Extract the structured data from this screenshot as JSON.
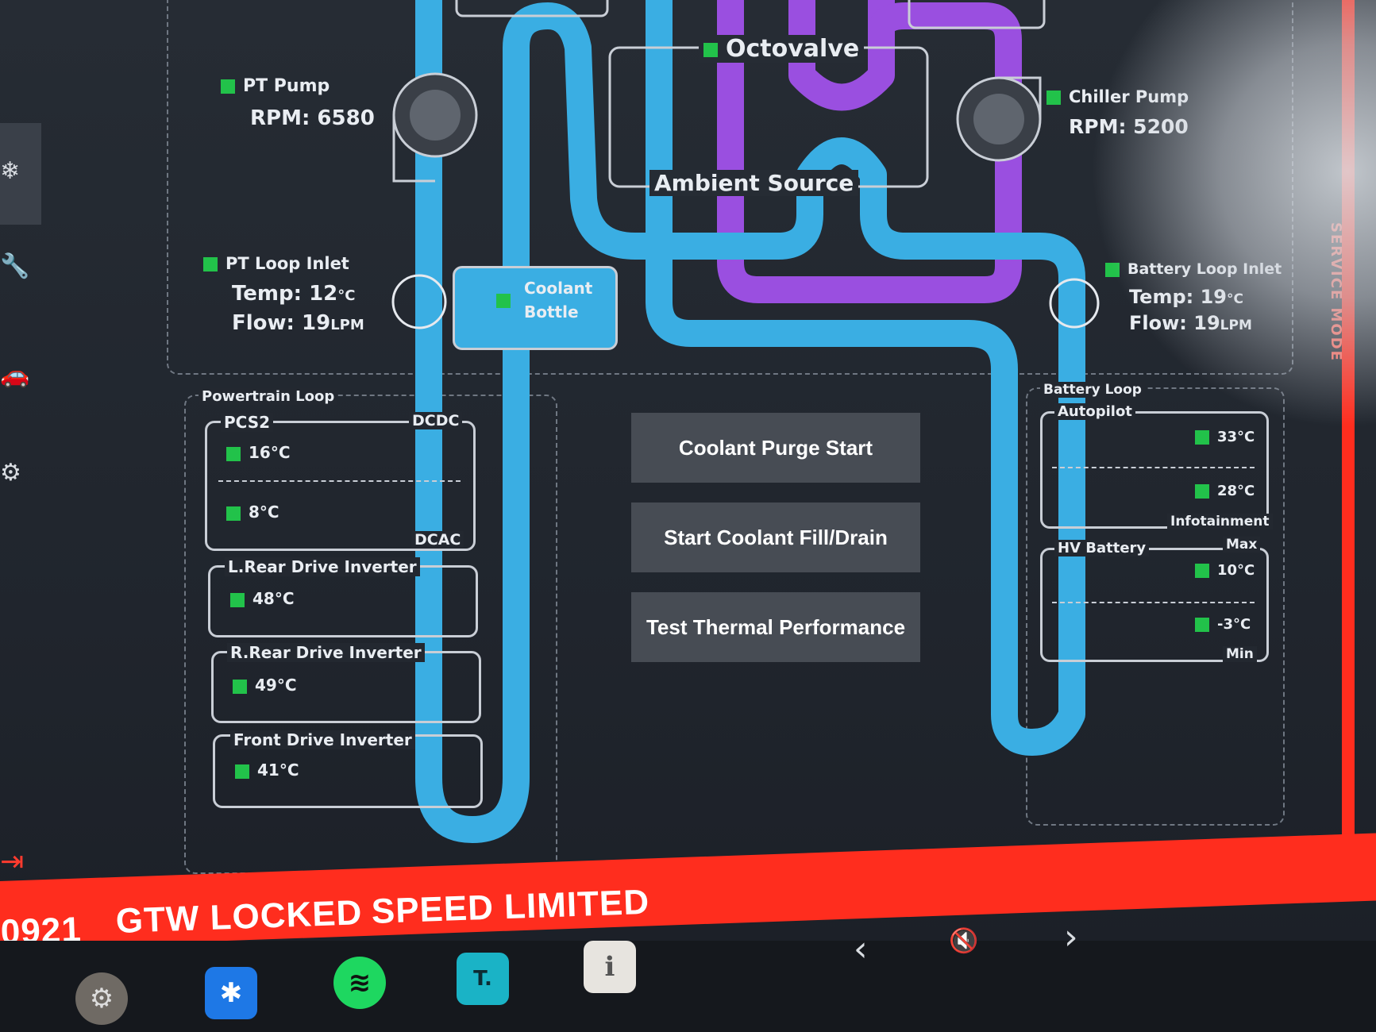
{
  "pt_pump": {
    "label": "PT Pump",
    "rpm_label": "RPM:",
    "rpm": "6580"
  },
  "chiller_pump": {
    "label": "Chiller Pump",
    "rpm_label": "RPM:",
    "rpm": "5200"
  },
  "octovalve": {
    "label": "Octovalve"
  },
  "ambient_source": {
    "label": "Ambient Source"
  },
  "coolant_bottle": {
    "line1": "Coolant",
    "line2": "Bottle"
  },
  "pt_loop_inlet": {
    "label": "PT Loop Inlet",
    "temp_label": "Temp:",
    "temp": "12",
    "temp_unit": "°C",
    "flow_label": "Flow:",
    "flow": "19",
    "flow_unit": "LPM"
  },
  "battery_loop_inlet": {
    "label": "Battery Loop Inlet",
    "temp_label": "Temp:",
    "temp": "19",
    "temp_unit": "°C",
    "flow_label": "Flow:",
    "flow": "19",
    "flow_unit": "LPM"
  },
  "powertrain_loop": {
    "title": "Powertrain Loop",
    "pcs2": {
      "label": "PCS2",
      "dcdc": "DCDC",
      "dcac": "DCAC",
      "temp_dcdc": "16°C",
      "temp_dcac": "8°C"
    },
    "l_rear": {
      "label": "L.Rear Drive Inverter",
      "temp": "48°C"
    },
    "r_rear": {
      "label": "R.Rear Drive Inverter",
      "temp": "49°C"
    },
    "front": {
      "label": "Front Drive Inverter",
      "temp": "41°C"
    }
  },
  "battery_loop": {
    "title": "Battery Loop",
    "autopilot": {
      "label": "Autopilot",
      "temp": "33°C"
    },
    "infotainment": {
      "label": "Infotainment",
      "temp": "28°C"
    },
    "hv_battery": {
      "label": "HV Battery",
      "max_label": "Max",
      "min_label": "Min",
      "max_temp": "10°C",
      "min_temp": "-3°C"
    }
  },
  "buttons": {
    "purge": "Coolant Purge Start",
    "fill_drain": "Start Coolant Fill/Drain",
    "thermal_test": "Test Thermal Performance"
  },
  "service_mode": "SERVICE MODE",
  "status_bar": {
    "code": "0921",
    "gtw": "GTW LOCKED",
    "speed": "SPEED LIMITED"
  },
  "dock": {
    "toybox_text": "T.",
    "info_text": "i"
  },
  "colors": {
    "coolant": "#3aaee3",
    "refrigerant": "#9a4fe0",
    "status_ok": "#22c24a",
    "alert": "#ff2d1e"
  }
}
